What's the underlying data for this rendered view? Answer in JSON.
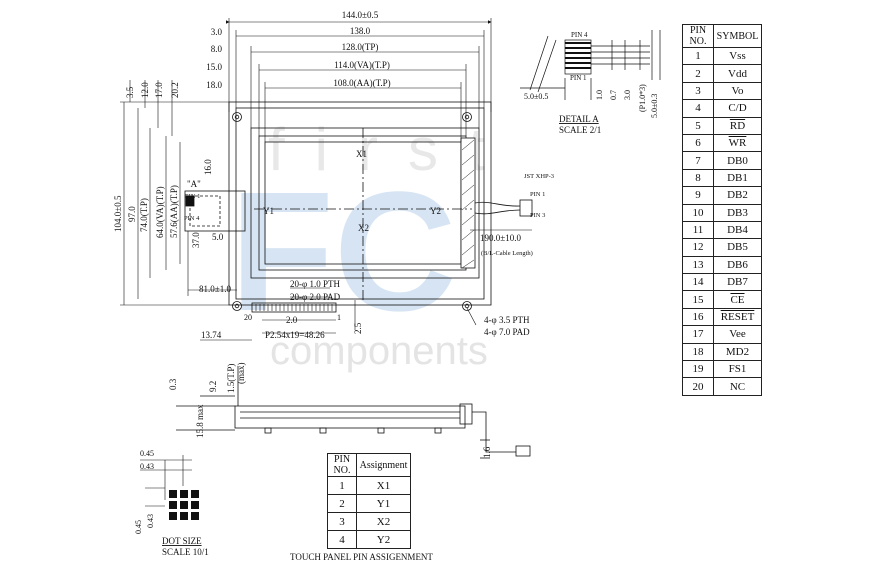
{
  "watermark": {
    "first": "first",
    "fc": "FC",
    "components": "components"
  },
  "dims": {
    "top": [
      "144.0±0.5",
      "138.0",
      "128.0(TP)",
      "114.0(VA)(T.P)",
      "108.0(AA)(T.P)"
    ],
    "top_left": [
      "3.0",
      "8.0",
      "15.0",
      "18.0"
    ],
    "left_vertical": [
      "3.5",
      "12.0",
      "17.0",
      "20.2"
    ],
    "height": [
      "104.0±0.5",
      "97.0",
      "74.0(T.P)",
      "64.0(VA)(T.P)",
      "57.6(AA)(T.P)"
    ],
    "misc": {
      "d16": "16.0",
      "d37": "37.0",
      "d5": "5.0",
      "d81": "81.0±1.0",
      "d1374": "13.74",
      "d25": "2.5",
      "d20": "20",
      "d1": "1",
      "d2": "2.0",
      "pitch": "P2.54x19=48.26",
      "pth_small": "20-φ 1.0 PTH",
      "pad_small": "20-φ 2.0 PAD",
      "pth_big": "4-φ 3.5 PTH",
      "pad_big": "4-φ 7.0 PAD",
      "cable_len": "190.0±10.0",
      "cable_note": "(B/L-Cable Length)",
      "connector": "JST XHP-3",
      "cpin1": "PIN 1",
      "cpin3": "PIN 3",
      "detail_ref": "\"A\"",
      "pin1": "PIN 1",
      "pin4": "PIN 4"
    },
    "touch_marks": {
      "x1": "X1",
      "x2": "X2",
      "y1": "Y1",
      "y2": "Y2"
    },
    "side": {
      "d03": "0.3",
      "d92": "9.2",
      "d15tp": "1.5(T.P)",
      "max": "(max)",
      "d158": "15.8 max",
      "d16": "1.6"
    }
  },
  "detail_a": {
    "title": "DETAIL A",
    "scale": "SCALE 2/1",
    "pin4": "PIN 4",
    "pin1": "PIN 1",
    "d5": "5.0±0.5",
    "d1": "1.0",
    "d07": "0.7",
    "d3": "3.0",
    "p1": "(P1.0*3)",
    "d5b": "5.0±0.3"
  },
  "dot_size": {
    "title": "DOT SIZE",
    "scale": "SCALE 10/1",
    "h1": "0.45",
    "h2": "0.43",
    "v1": "0.45",
    "v2": "0.43"
  },
  "pin_table": {
    "headers": [
      "PIN NO.",
      "SYMBOL"
    ],
    "rows": [
      [
        "1",
        "Vss"
      ],
      [
        "2",
        "Vdd"
      ],
      [
        "3",
        "Vo"
      ],
      [
        "4",
        "C/D"
      ],
      [
        "5",
        "RD"
      ],
      [
        "6",
        "WR"
      ],
      [
        "7",
        "DB0"
      ],
      [
        "8",
        "DB1"
      ],
      [
        "9",
        "DB2"
      ],
      [
        "10",
        "DB3"
      ],
      [
        "11",
        "DB4"
      ],
      [
        "12",
        "DB5"
      ],
      [
        "13",
        "DB6"
      ],
      [
        "14",
        "DB7"
      ],
      [
        "15",
        "CE"
      ],
      [
        "16",
        "RESET"
      ],
      [
        "17",
        "Vee"
      ],
      [
        "18",
        "MD2"
      ],
      [
        "19",
        "FS1"
      ],
      [
        "20",
        "NC"
      ]
    ]
  },
  "touch_table": {
    "headers": [
      "PIN NO.",
      "Assignment"
    ],
    "rows": [
      [
        "1",
        "X1"
      ],
      [
        "2",
        "Y1"
      ],
      [
        "3",
        "X2"
      ],
      [
        "4",
        "Y2"
      ]
    ],
    "caption": "TOUCH PANEL PIN ASSIGENMENT"
  }
}
